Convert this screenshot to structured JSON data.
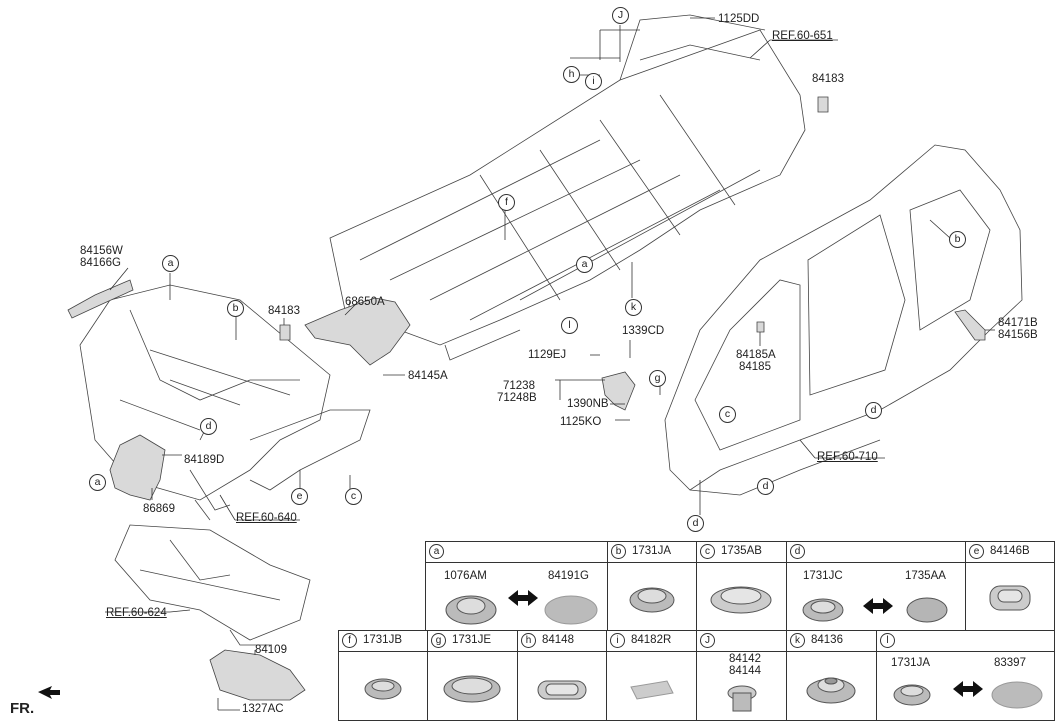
{
  "callouts": {
    "top_right": {
      "p1125dd": "1125DD",
      "ref651": "REF.60-651",
      "p84183_r": "84183"
    },
    "front_left": {
      "p84156w": "84156W",
      "p84166g": "84166G",
      "p84183_l": "84183",
      "p68650a": "68650A",
      "p84145a": "84145A",
      "p84189d": "84189D",
      "p86869": "86869",
      "ref640": "REF.60-640",
      "ref624": "REF.60-624",
      "p84109": "84109",
      "p1327ac": "1327AC"
    },
    "middle": {
      "p1339cd": "1339CD",
      "p1129ej": "1129EJ",
      "p71238": "71238",
      "p71248b": "71248B",
      "p1390nb": "1390NB",
      "p1125ko": "1125KO"
    },
    "side_right": {
      "p84185a": "84185A",
      "p84185": "84185",
      "ref710": "REF.60-710",
      "p84171b": "84171B",
      "p84156b": "84156B"
    },
    "fr_label": "FR."
  },
  "letters": {
    "a": "a",
    "b": "b",
    "c": "c",
    "d": "d",
    "e": "e",
    "f": "f",
    "g": "g",
    "h": "h",
    "i": "i",
    "j": "J",
    "k": "k",
    "l": "l"
  },
  "legend": {
    "a": {
      "key": "a",
      "part": "",
      "left": "1076AM",
      "right": "84191G"
    },
    "b": {
      "key": "b",
      "part": "1731JA"
    },
    "c": {
      "key": "c",
      "part": "1735AB"
    },
    "d": {
      "key": "d",
      "part": "",
      "left": "1731JC",
      "right": "1735AA"
    },
    "e": {
      "key": "e",
      "part": "84146B"
    },
    "f": {
      "key": "f",
      "part": "1731JB"
    },
    "g": {
      "key": "g",
      "part": "1731JE"
    },
    "h": {
      "key": "h",
      "part": "84148"
    },
    "i": {
      "key": "i",
      "part": "84182R"
    },
    "j": {
      "key": "J",
      "part": "",
      "top": "84142",
      "bottom": "84144"
    },
    "k": {
      "key": "k",
      "part": "84136"
    },
    "l": {
      "key": "l",
      "part": "",
      "left": "1731JA",
      "right": "83397"
    }
  },
  "colors": {
    "line": "#333333",
    "part_fill": "#d9d9d9",
    "shade": "#a8a8a8"
  }
}
